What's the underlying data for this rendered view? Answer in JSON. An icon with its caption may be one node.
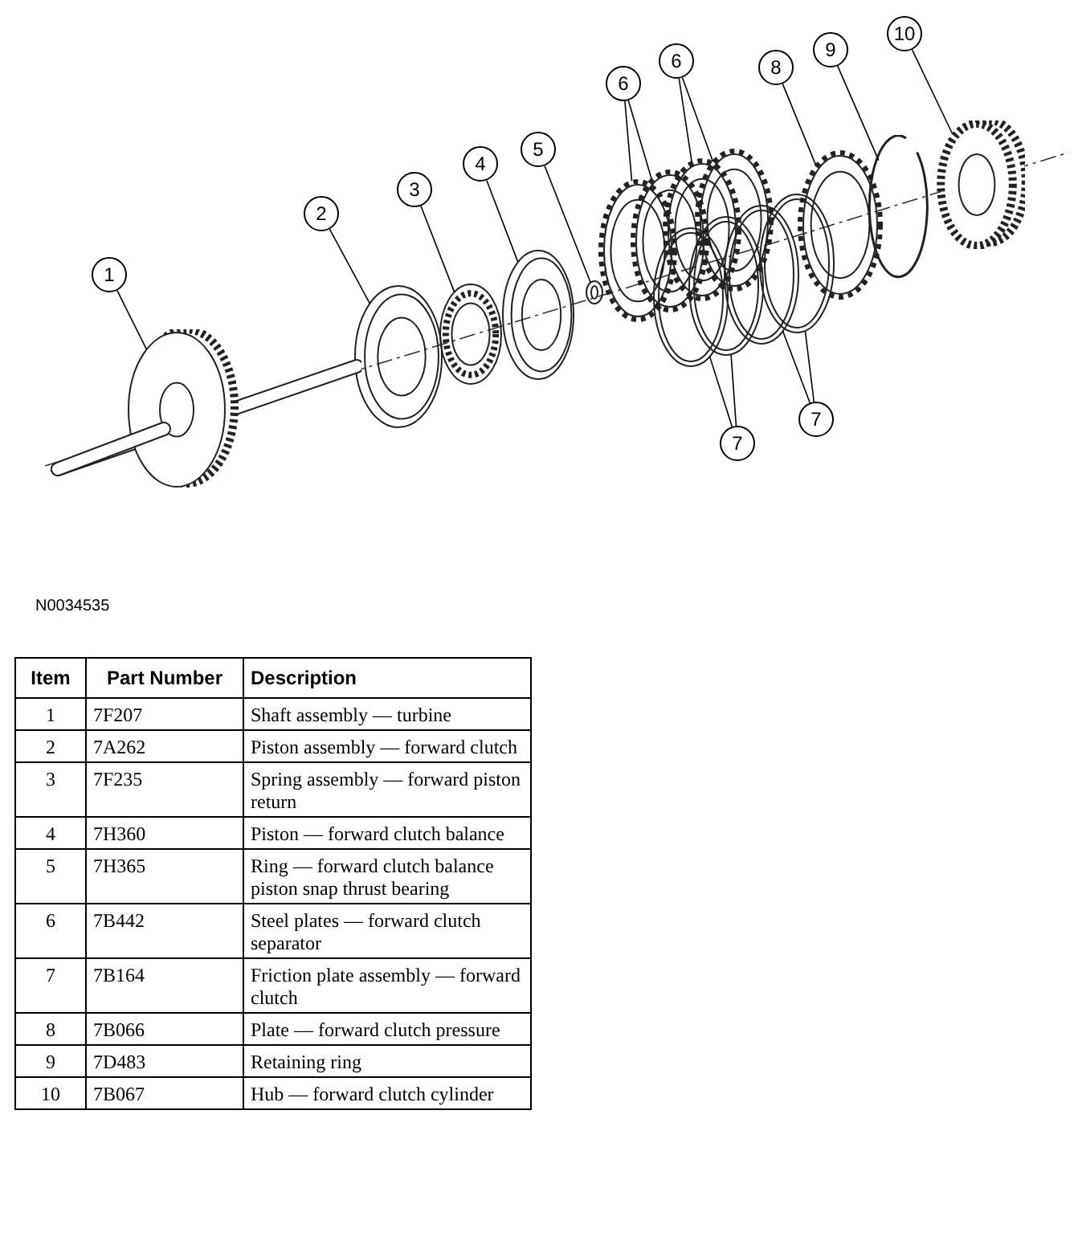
{
  "diagram": {
    "nodes": [
      {
        "text": [
          "1"
        ]
      },
      {
        "text": [
          "2"
        ]
      },
      {
        "text": [
          "3"
        ]
      },
      {
        "text": [
          "4"
        ]
      },
      {
        "text": [
          "5"
        ]
      },
      {
        "text": [
          "6"
        ]
      },
      {
        "text": [
          "6"
        ]
      },
      {
        "text": [
          "8"
        ]
      },
      {
        "text": [
          "9"
        ]
      },
      {
        "text": [
          "10"
        ]
      },
      {
        "text": [
          "7"
        ]
      },
      {
        "text": [
          "7"
        ]
      },
      {
        "text": [],
        "shape": "shaft"
      },
      {
        "text": [],
        "shape": "disc"
      },
      {
        "text": [],
        "shape": "bearing"
      },
      {
        "text": [],
        "shape": "disc"
      },
      {
        "text": [],
        "shape": "ring"
      },
      {
        "text": [],
        "shape": "gear"
      },
      {
        "text": [],
        "shape": "ring"
      },
      {
        "text": [],
        "shape": "gear"
      },
      {
        "text": [],
        "shape": "ring"
      },
      {
        "text": [],
        "shape": "gear"
      },
      {
        "text": [],
        "shape": "ring"
      },
      {
        "text": [],
        "shape": "gear"
      },
      {
        "text": [],
        "shape": "ring"
      },
      {
        "text": [],
        "shape": "gear"
      },
      {
        "text": [],
        "shape": "clip"
      },
      {
        "text": [],
        "shape": "hub"
      }
    ],
    "edges": [
      {
        "from": 0,
        "to": 12,
        "arrow": "none"
      },
      {
        "from": 1,
        "to": 13,
        "arrow": "none"
      },
      {
        "from": 2,
        "to": 14,
        "arrow": "none"
      },
      {
        "from": 3,
        "to": 15,
        "arrow": "none"
      },
      {
        "from": 4,
        "to": 16,
        "arrow": "none"
      },
      {
        "from": 5,
        "to": 17,
        "arrow": "none"
      },
      {
        "from": 5,
        "to": 19,
        "arrow": "none"
      },
      {
        "from": 6,
        "to": 21,
        "arrow": "none"
      },
      {
        "from": 6,
        "to": 23,
        "arrow": "none"
      },
      {
        "from": 7,
        "to": 25,
        "arrow": "none"
      },
      {
        "from": 8,
        "to": 26,
        "arrow": "none"
      },
      {
        "from": 9,
        "to": 27,
        "arrow": "none"
      },
      {
        "from": 10,
        "to": 18,
        "arrow": "none"
      },
      {
        "from": 10,
        "to": 20,
        "arrow": "none"
      },
      {
        "from": 11,
        "to": 22,
        "arrow": "none"
      },
      {
        "from": 11,
        "to": 24,
        "arrow": "none"
      }
    ],
    "labels": [
      "N0034535",
      "Item",
      "Part Number",
      "Description",
      "1",
      "7F207",
      "Shaft assembly — turbine",
      "2",
      "7A262",
      "Piston assembly — forward clutch",
      "3",
      "7F235",
      "Spring assembly — forward piston return",
      "4",
      "7H360",
      "Piston — forward clutch balance",
      "5",
      "7H365",
      "Ring — forward clutch balance piston snap thrust bearing",
      "6",
      "7B442",
      "Steel plates — forward clutch separator",
      "7",
      "7B164",
      "Friction plate assembly — forward clutch",
      "8",
      "7B066",
      "Plate — forward clutch pressure",
      "9",
      "7D483",
      "Retaining ring",
      "10",
      "7B067",
      "Hub — forward clutch cylinder"
    ]
  }
}
